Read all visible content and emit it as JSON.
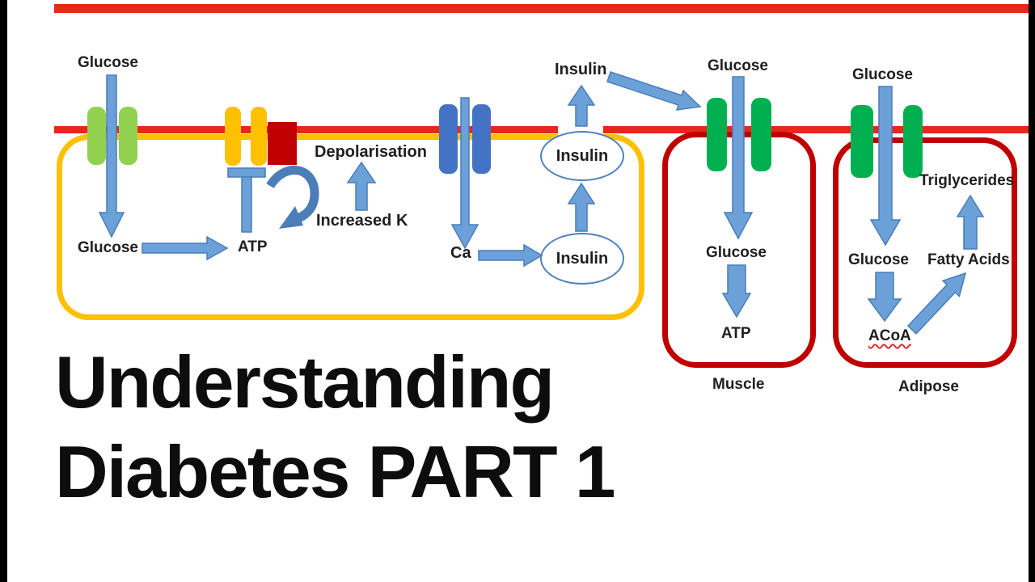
{
  "title": {
    "line1": "Understanding",
    "line2": "Diabetes PART 1"
  },
  "beta_cell": {
    "glucose_extracellular": "Glucose",
    "glucose_intracellular": "Glucose",
    "atp": "ATP",
    "depolarisation": "Depolarisation",
    "increased_k": "Increased K",
    "calcium": "Ca",
    "insulin_vesicle": "Insulin",
    "insulin_vesicle_released": "Insulin",
    "insulin_secreted": "Insulin"
  },
  "muscle_cell": {
    "glucose_extracellular": "Glucose",
    "glucose_intracellular": "Glucose",
    "atp": "ATP",
    "label": "Muscle"
  },
  "adipose_cell": {
    "glucose_extracellular": "Glucose",
    "glucose_intracellular": "Glucose",
    "acoa": "ACoA",
    "fatty_acids": "Fatty Acids",
    "triglycerides": "Triglycerides",
    "label": "Adipose"
  },
  "colors": {
    "membrane_red": "#e6281c",
    "cell_outline_dark_red": "#c00000",
    "beta_cell_yellow": "#ffc000",
    "beta_glut_green": "#92d050",
    "glut4_green": "#00b050",
    "ca_channel_blue": "#4472c4",
    "arrow_blue": "#6ba1d8",
    "frame_black": "#000000"
  }
}
